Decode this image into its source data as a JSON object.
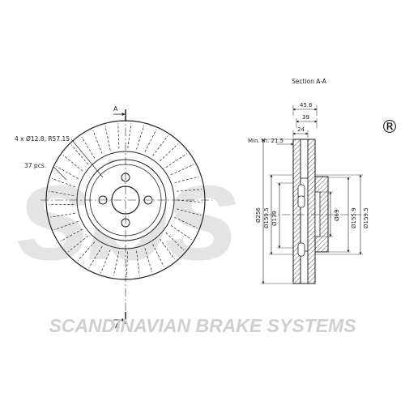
{
  "watermark": {
    "logo_text": "sbs",
    "registered_mark": "®",
    "company": "SCANDINAVIAN BRAKE SYSTEMS",
    "color": "#cccccc"
  },
  "front_view": {
    "section_marker_top": "A",
    "section_marker_bottom": "A",
    "bolt_label": "4 x Ø12.8, R57.15",
    "vane_label": "37 pcs."
  },
  "section_view": {
    "title": "Section A-A",
    "min_thickness_label": "Min. th. 21.5",
    "dims_top": [
      "45.6",
      "39",
      "24"
    ],
    "dims_left": [
      "Ø256",
      "Ø159.5",
      "Ø139"
    ],
    "dims_right": [
      "Ø69",
      "Ø155.9",
      "Ø159.5"
    ]
  },
  "colors": {
    "line": "#222222",
    "hatch": "#555555"
  }
}
